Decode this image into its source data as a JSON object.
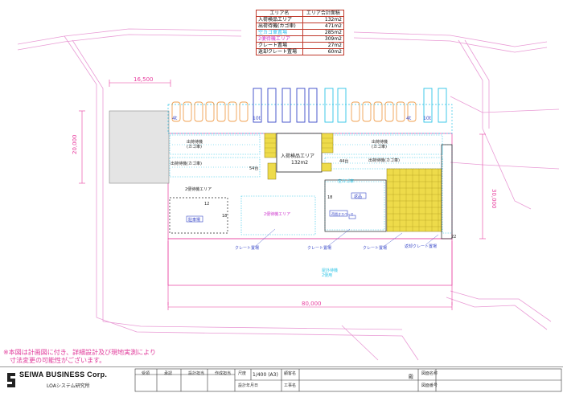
{
  "area_table": {
    "header": {
      "name": "エリア名",
      "value": "エリア合計面積"
    },
    "rows": [
      {
        "name": "入荷検品エリア",
        "value": "132m2",
        "color": "#222222"
      },
      {
        "name": "出荷待機(カゴ車)",
        "value": "471m2",
        "color": "#222222"
      },
      {
        "name": "空カゴ車置場",
        "value": "285m2",
        "color": "#22bbee"
      },
      {
        "name": "2便待機エリア",
        "value": "309m2",
        "color": "#cc33cc"
      },
      {
        "name": "クレート置場",
        "value": "27m2",
        "color": "#222222"
      },
      {
        "name": "返却クレート置場",
        "value": "60m2",
        "color": "#222222"
      }
    ]
  },
  "dimensions": {
    "top_width": "16,500",
    "left_height": "20,000",
    "right_height": "30,000",
    "bottom_width": "80,000"
  },
  "labels": {
    "truck_4t_left": "4t",
    "truck_10t": "10t",
    "truck_4t_right": "4t",
    "truck_10t_right": "10t",
    "shipping_wait_left": "出荷待機\n(カゴ車)",
    "shipping_wait_left2": "出荷待機(カゴ車)",
    "shipping_wait_right": "出荷待機\n(カゴ車)",
    "shipping_wait_right2": "出荷待機(カゴ車)",
    "inspection_area": "入荷検品エリア",
    "inspection_size": "132m2",
    "count_54": "54台",
    "count_44": "44台",
    "second_wait": "2便待機エリア",
    "second_wait_center": "2便待機エリア",
    "empty_cart": "空カゴ車",
    "crate_left": "クレート置場",
    "crate_mid": "クレート置場",
    "crate_right": "クレート置場",
    "return_crate": "返却クレート置場",
    "num_12": "12",
    "num_18a": "18",
    "num_18b": "18",
    "num_22": "22",
    "parking": "駐車場",
    "returns": "返品",
    "aisle": "荷捌きスペース",
    "outside_area": "屋外待機\n2便用"
  },
  "note": "※本図は計画図に付き、詳細設計及び現地実測により\n　寸法変更の可能性がございます。",
  "company": {
    "name": "SEIWA BUSINESS Corp.",
    "dept": "LOAシステム研究所"
  },
  "title_block": {
    "received": "受領",
    "approved": "承認",
    "checked": "設計担当",
    "drawn": "作成担当",
    "scale_label": "尺度",
    "scale_value": "1/400 (A3)",
    "date_label": "設計年月日",
    "customer_label": "顧客名",
    "customer_value": "殿",
    "project_label": "工事名",
    "drawing_name_label": "図面名称",
    "drawing_no_label": "図面番号"
  }
}
